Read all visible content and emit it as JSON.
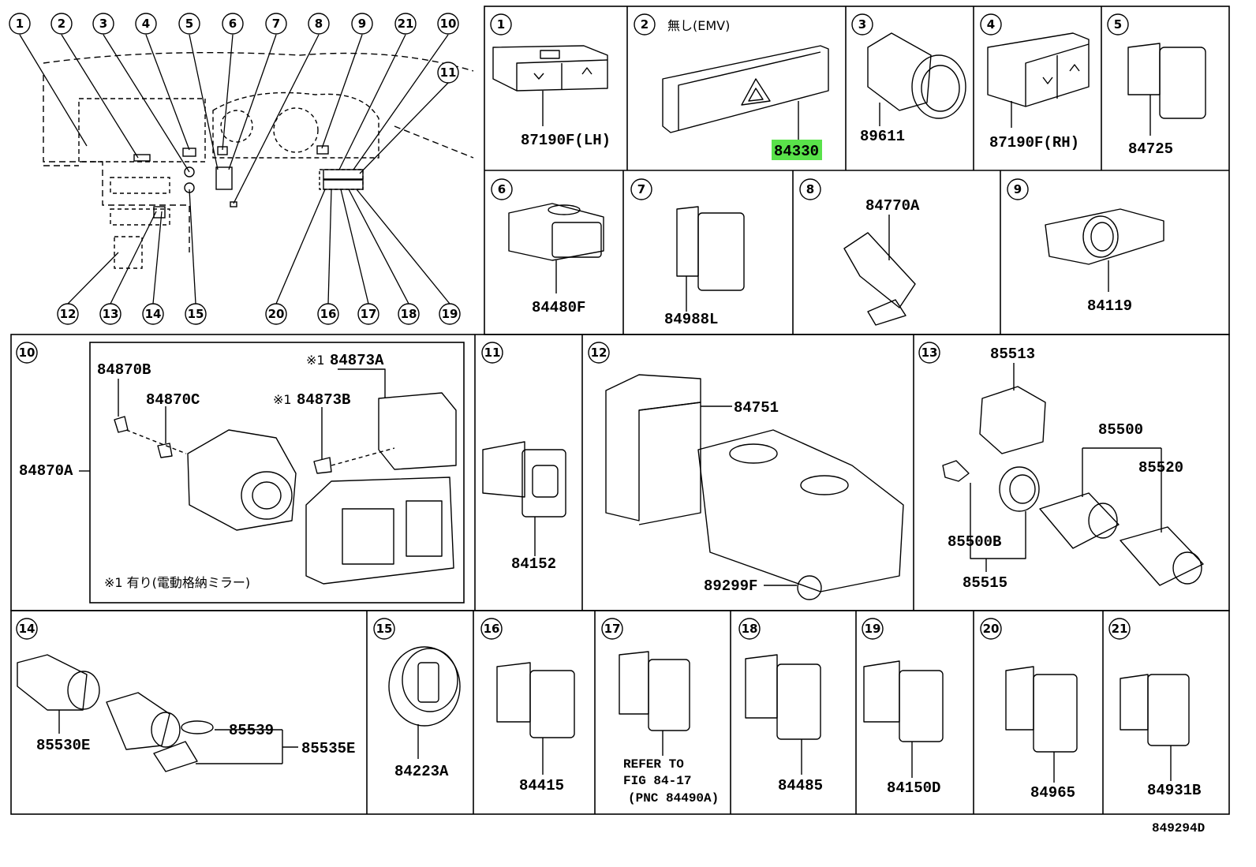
{
  "overview": {
    "top_callouts": [
      "1",
      "2",
      "3",
      "4",
      "5",
      "6",
      "7",
      "8",
      "9",
      "21",
      "10"
    ],
    "right_callout": "11",
    "bottom_callouts": [
      "12",
      "13",
      "14",
      "15",
      "20",
      "16",
      "17",
      "18",
      "19"
    ]
  },
  "panels": {
    "p1": {
      "num": "1",
      "part": "87190F(LH)"
    },
    "p2": {
      "num": "2",
      "note": "無し(EMV)",
      "part": "84330",
      "highlight_color": "#59e24a"
    },
    "p3": {
      "num": "3",
      "part": "89611"
    },
    "p4": {
      "num": "4",
      "part": "87190F(RH)"
    },
    "p5": {
      "num": "5",
      "part": "84725"
    },
    "p6": {
      "num": "6",
      "part": "84480F"
    },
    "p7": {
      "num": "7",
      "part": "84988L"
    },
    "p8": {
      "num": "8",
      "part": "84770A"
    },
    "p9": {
      "num": "9",
      "part": "84119"
    },
    "p10": {
      "num": "10",
      "assembly": "84870A",
      "b": "84870B",
      "c": "84870C",
      "a_mark": "※1",
      "a": "84873A",
      "b_mark": "※1",
      "bb": "84873B",
      "footnote": "※1 有り(電動格納ミラー)"
    },
    "p11": {
      "num": "11",
      "part": "84152"
    },
    "p12": {
      "num": "12",
      "part_a": "84751",
      "part_b": "89299F"
    },
    "p13": {
      "num": "13",
      "a": "85513",
      "b": "85500",
      "c": "85520",
      "d": "85500B",
      "e": "85515"
    },
    "p14": {
      "num": "14",
      "a": "85530E",
      "b": "85539",
      "c": "85535E"
    },
    "p15": {
      "num": "15",
      "part": "84223A"
    },
    "p16": {
      "num": "16",
      "part": "84415"
    },
    "p17": {
      "num": "17",
      "ref1": "REFER TO",
      "ref2": "FIG 84-17",
      "ref3": "(PNC 84490A)"
    },
    "p18": {
      "num": "18",
      "part": "84485"
    },
    "p19": {
      "num": "19",
      "part": "84150D"
    },
    "p20": {
      "num": "20",
      "part": "84965"
    },
    "p21": {
      "num": "21",
      "part": "84931B"
    }
  },
  "figure_id": "849294D"
}
